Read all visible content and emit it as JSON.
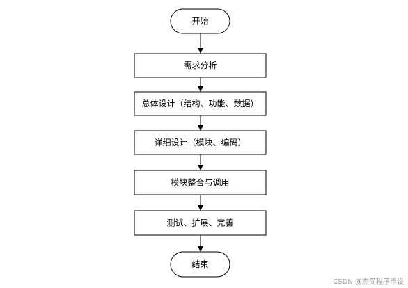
{
  "flowchart": {
    "start": {
      "label": "开始"
    },
    "steps": [
      {
        "label": "需求分析"
      },
      {
        "label": "总体设计（结构、功能、数据）"
      },
      {
        "label": "详细设计（模块、编码）"
      },
      {
        "label": "模块整合与调用"
      },
      {
        "label": "测试、扩展、完善"
      }
    ],
    "end": {
      "label": "结束"
    }
  },
  "watermark": {
    "text": "CSDN @杰简程序毕设"
  },
  "colors": {
    "stroke": "#000000",
    "fill": "#ffffff",
    "text": "#000000",
    "watermark": "#9a9a9a"
  }
}
